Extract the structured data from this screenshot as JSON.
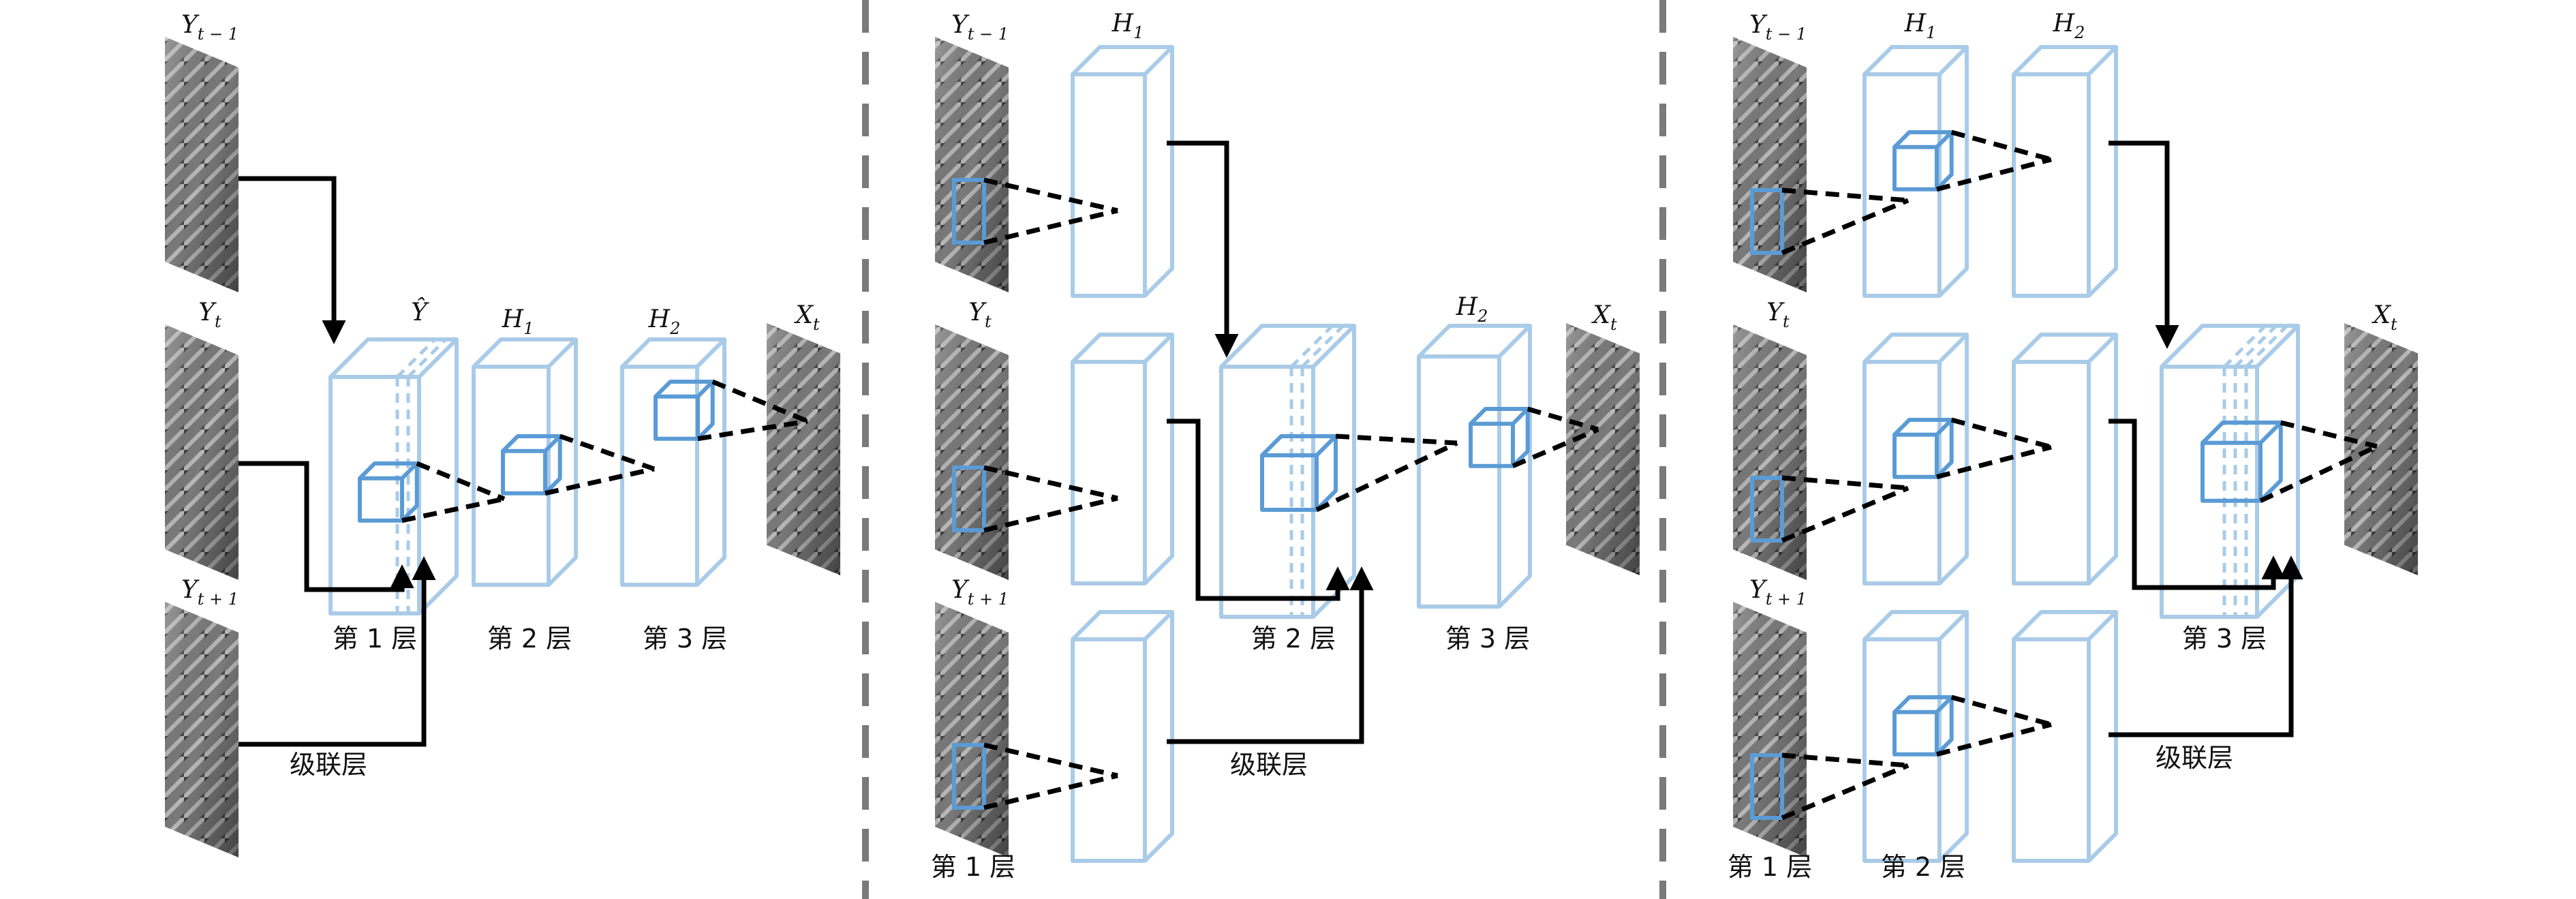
{
  "colors": {
    "block_stroke": "#a9cbe8",
    "kernel_stroke": "#5b9bd5",
    "arrow": "#000000",
    "separator": "#7a7a7a",
    "background": "#ffffff"
  },
  "icons": [
    "frame-thumbnail",
    "feature-block",
    "kernel-cube",
    "arrow-right"
  ],
  "panels": [
    {
      "inputs": [
        {
          "base": "Y",
          "sub": "t − 1"
        },
        {
          "base": "Y",
          "sub": "t"
        },
        {
          "base": "Y",
          "sub": "t + 1"
        }
      ],
      "concat_block": {
        "base": "Ŷ",
        "sub": ""
      },
      "blocks": [
        {
          "base": "H",
          "sub": "1"
        },
        {
          "base": "H",
          "sub": "2"
        }
      ],
      "output": {
        "base": "X",
        "sub": "t"
      },
      "layer_labels": [
        "第 1 层",
        "第 2 层",
        "第 3 层"
      ],
      "concat_label": "级联层"
    },
    {
      "inputs": [
        {
          "base": "Y",
          "sub": "t − 1"
        },
        {
          "base": "Y",
          "sub": "t"
        },
        {
          "base": "Y",
          "sub": "t + 1"
        }
      ],
      "first_blocks": [
        {
          "base": "H",
          "sub": "1"
        }
      ],
      "blocks": [
        {
          "base": "H",
          "sub": "2"
        }
      ],
      "output": {
        "base": "X",
        "sub": "t"
      },
      "layer_labels": [
        "第 1 层",
        "第 2 层",
        "第 3 层"
      ],
      "concat_label": "级联层"
    },
    {
      "inputs": [
        {
          "base": "Y",
          "sub": "t − 1"
        },
        {
          "base": "Y",
          "sub": "t"
        },
        {
          "base": "Y",
          "sub": "t + 1"
        }
      ],
      "first_blocks": [
        {
          "base": "H",
          "sub": "1"
        },
        {
          "base": "H",
          "sub": "2"
        }
      ],
      "output": {
        "base": "X",
        "sub": "t"
      },
      "layer_labels": [
        "第 1 层",
        "第 2 层",
        "第 3 层"
      ],
      "concat_label": "级联层"
    }
  ]
}
